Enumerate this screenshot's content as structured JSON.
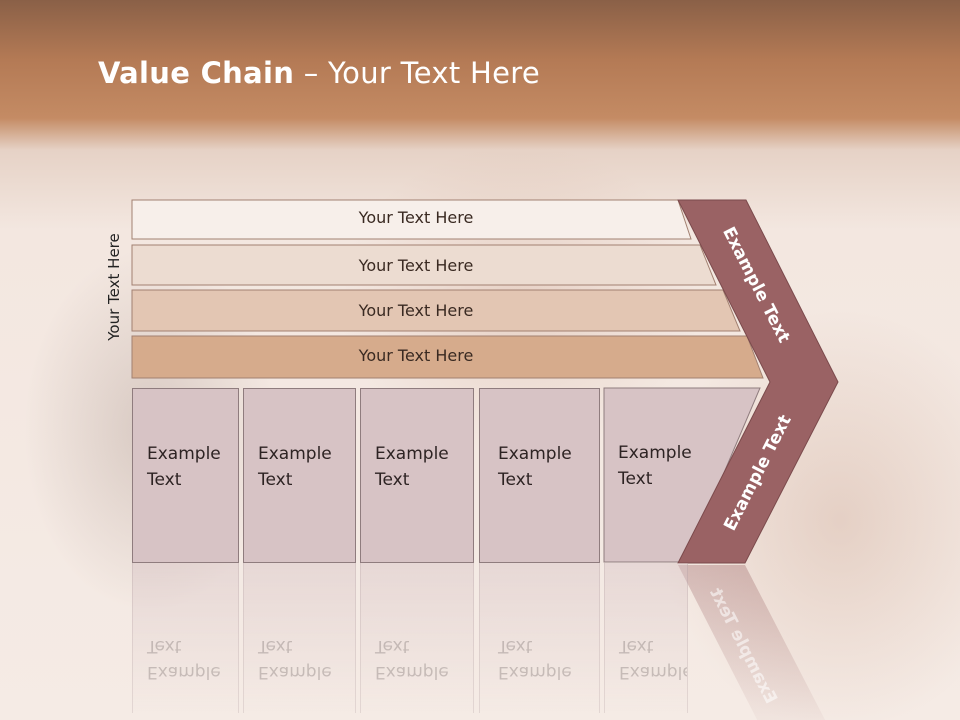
{
  "slide": {
    "title_bold": "Value Chain",
    "title_rest": " – Your Text Here",
    "side_label": "Your Text Here"
  },
  "bars": [
    {
      "label": "Your Text Here",
      "color": "#f7efea"
    },
    {
      "label": "Your Text Here",
      "color": "#ecdcd1"
    },
    {
      "label": "Your Text Here",
      "color": "#e3c6b3"
    },
    {
      "label": "Your Text Here",
      "color": "#d6ab8c"
    }
  ],
  "boxes": [
    {
      "line1": "Example",
      "line2": "Text"
    },
    {
      "line1": "Example",
      "line2": "Text"
    },
    {
      "line1": "Example",
      "line2": "Text"
    },
    {
      "line1": "Example",
      "line2": "Text"
    },
    {
      "line1": "Example",
      "line2": "Text"
    }
  ],
  "chevron": {
    "upper_label": "Example Text",
    "lower_label": "Example Text",
    "reflection_label": "Example Text",
    "color": "#9a6264"
  }
}
